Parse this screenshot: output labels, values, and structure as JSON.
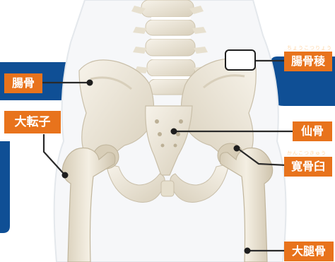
{
  "labels": {
    "ilium": "腸骨",
    "greater_trochanter": "大転子",
    "iliac_crest": "腸骨稜",
    "iliac_crest_ruby": "ちょうこつりょう",
    "sacrum": "仙骨",
    "acetabulum": "寛骨臼",
    "acetabulum_ruby": "かんこつきゅう",
    "femur": "大腿骨"
  },
  "colors": {
    "label_bg": "#e8731c",
    "label_text": "#ffffff",
    "blue_band": "#0f4f95",
    "bone_light": "#efe9dc",
    "bone_shadow": "#c9bfa9",
    "body_outline": "#e6ebef"
  }
}
